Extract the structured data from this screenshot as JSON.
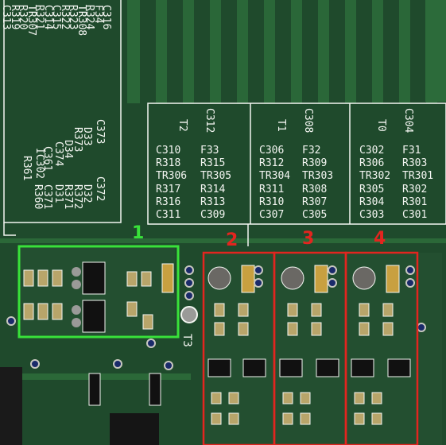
{
  "colors": {
    "board": "#1f4a2c",
    "trace": "#2c6b3a",
    "silkscreen": "#f4f6f2",
    "highlight_green": "#39e23a",
    "highlight_red": "#e3251f",
    "copper": "#b8a56a",
    "via": "#1a2a6a"
  },
  "upper_block_lines": [
    "C316",
    "F34",
    "R324",
    "TR308",
    "R323",
    "R322",
    "C315",
    "C314",
    "R321",
    "TR307",
    "R320",
    "R319",
    "C313"
  ],
  "middle_block_lines": [
    "C373",
    "D33",
    "R373",
    "D34",
    "C374",
    "C361",
    "IC302",
    "R361",
    "C372",
    "D32",
    "R372",
    "R371",
    "D31",
    "C371",
    "R360"
  ],
  "table": {
    "headers_rot": [
      "T2",
      "C312",
      "T1",
      "C308",
      "T0",
      "C304"
    ],
    "columns": [
      [
        "C310",
        "R318",
        "TR306",
        "R317",
        "R316",
        "C311"
      ],
      [
        "F33",
        "R315",
        "TR305",
        "R314",
        "R313",
        "C309"
      ],
      [
        "C306",
        "R312",
        "TR304",
        "R311",
        "R310",
        "C307"
      ],
      [
        "F32",
        "R309",
        "TR303",
        "R308",
        "R307",
        "C305"
      ],
      [
        "C302",
        "R306",
        "TR302",
        "R305",
        "R304",
        "C303"
      ],
      [
        "F31",
        "R303",
        "TR301",
        "R302",
        "R301",
        "C301"
      ]
    ]
  },
  "labels": {
    "t3": "T3",
    "region_numbers": [
      "1",
      "2",
      "3",
      "4"
    ]
  }
}
